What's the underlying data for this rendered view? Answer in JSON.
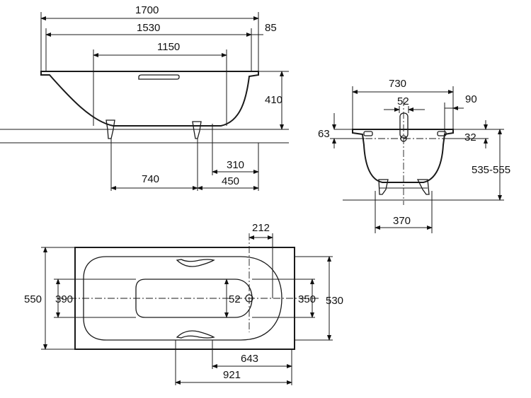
{
  "side_view": {
    "dims": {
      "overall_length": "1700",
      "inner_length": "1530",
      "wall_offset": "85",
      "bottom_length": "1150",
      "height": "410",
      "leg_spacing": "740",
      "leg_to_end": "450",
      "drain_offset": "310"
    }
  },
  "end_view": {
    "dims": {
      "width": "730",
      "overflow_dia": "52",
      "rim_offset": "90",
      "handle_height": "63",
      "overflow_height": "32",
      "install_height": "535-555",
      "leg_width": "370"
    }
  },
  "top_view": {
    "dims": {
      "drain_offset": "212",
      "outer_width": "550",
      "bottom_width": "390",
      "drain_dia": "52",
      "inner_width": "350",
      "width": "530",
      "handle_to_end": "643",
      "handle_span": "921"
    }
  }
}
